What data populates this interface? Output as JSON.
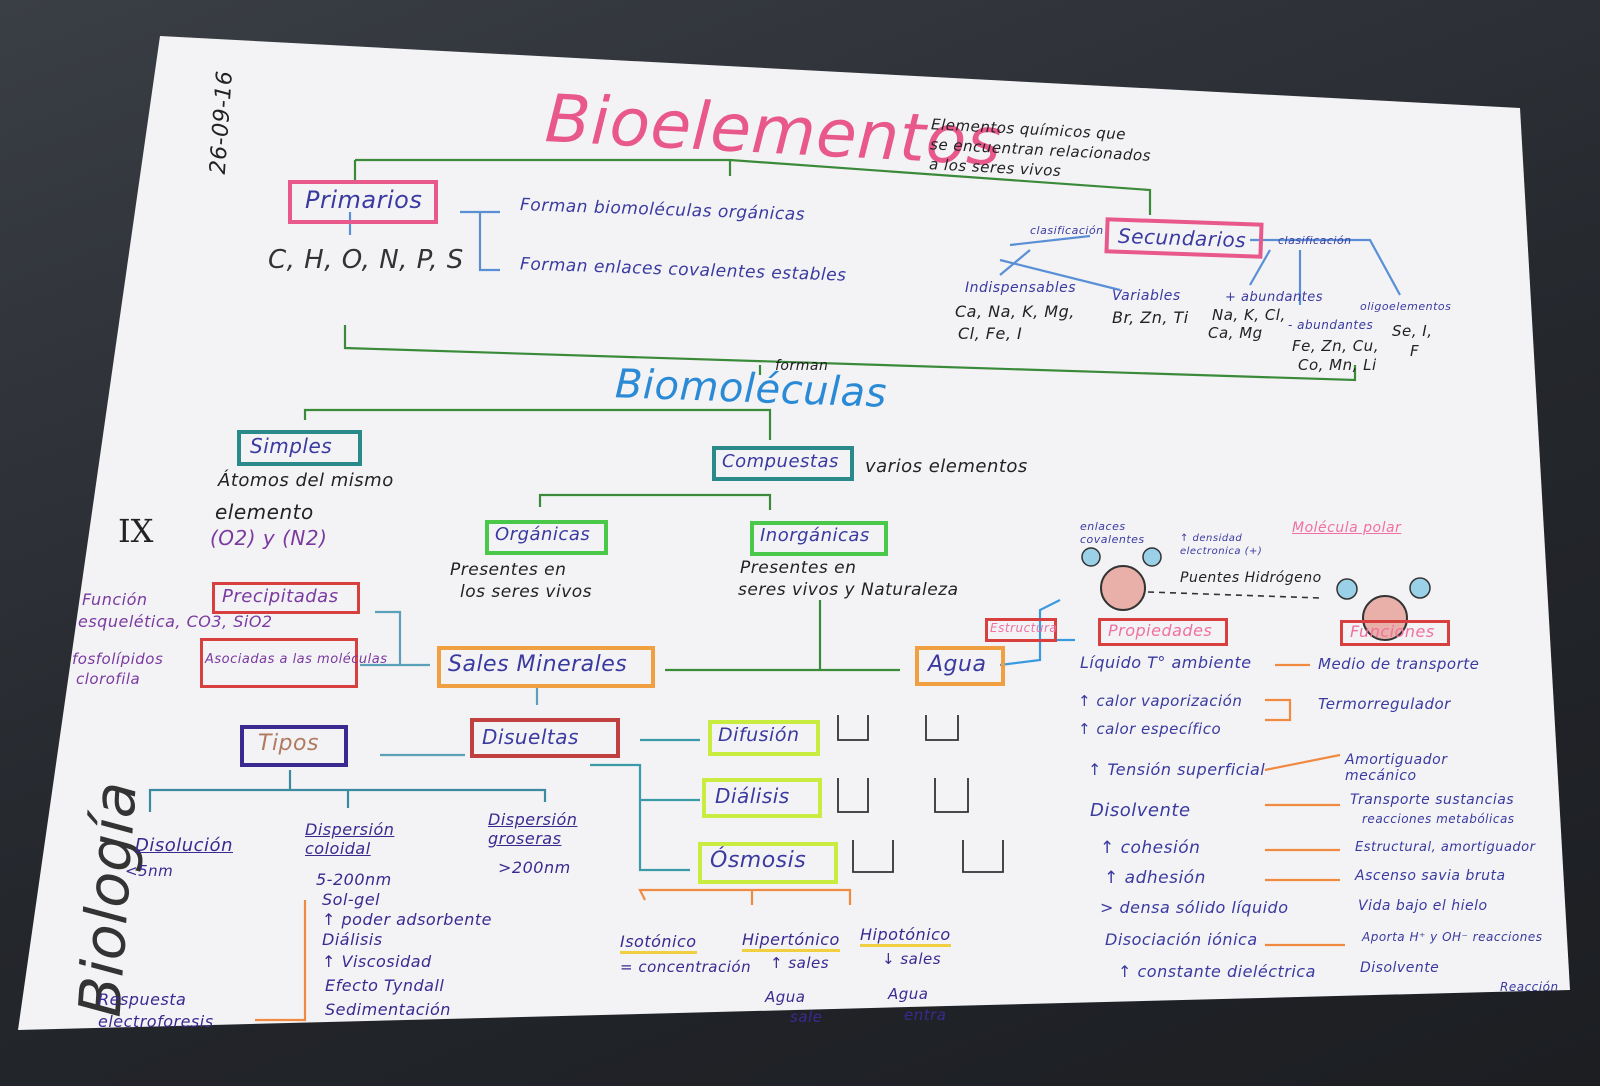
{
  "date": "26-09-16",
  "subject": "Biología",
  "title": "Bioelementos",
  "title_note": [
    "Elementos químicos que",
    "se encuentran relacionados",
    "a los seres vivos"
  ],
  "primarios": {
    "label": "Primarios",
    "elements": "C, H, O, N, P, S",
    "notes": [
      "Forman biomoléculas orgánicas",
      "Forman enlaces covalentes estables"
    ]
  },
  "secundarios": {
    "label": "Secundarios",
    "left_tag": "clasificación",
    "right_tag": "clasificación",
    "groups": [
      {
        "name": "Indispensables",
        "items": [
          "Ca, Na, K, Mg,",
          "Cl, Fe, I"
        ]
      },
      {
        "name": "Variables",
        "items": [
          "Br, Zn, Ti"
        ]
      },
      {
        "name": "+ abundantes",
        "items": [
          "Na, K, Cl,",
          "Ca, Mg"
        ]
      },
      {
        "name": "- abundantes",
        "items": [
          "Fe, Zn, Cu,",
          "Co, Mn, Li"
        ]
      },
      {
        "name": "oligoelementos",
        "items": [
          "Se, I,",
          "F"
        ]
      }
    ]
  },
  "forman": "forman",
  "biomoleculas": "Biomoléculas",
  "simples": {
    "label": "Simples",
    "notes": [
      "Átomos del mismo",
      "elemento",
      "(O2) y (N2)"
    ]
  },
  "compuestas": {
    "label": "Compuestas",
    "note": "varios elementos"
  },
  "organicas": {
    "label": "Orgánicas",
    "notes": [
      "Presentes en",
      "los seres vivos"
    ]
  },
  "inorganicas": {
    "label": "Inorgánicas",
    "notes": [
      "Presentes en",
      "seres vivos y Naturaleza"
    ]
  },
  "roman": "IX",
  "precipitadas": {
    "label": "Precipitadas",
    "func": "Función",
    "func_note": "esquelética, CO3, SiO2"
  },
  "asociadas": {
    "label": "Asociadas a las moléculas",
    "note": [
      "fosfolípidos",
      "clorofila"
    ]
  },
  "sales": "Sales Minerales",
  "agua": "Agua",
  "disueltas": "Disueltas",
  "tipos": "Tipos",
  "dispersions": [
    {
      "name": "Disolución",
      "size": "<5nm"
    },
    {
      "name": "Dispersión coloidal",
      "size": "5-200nm"
    },
    {
      "name": "Dispersión groseras",
      "size": ">200nm"
    }
  ],
  "coloidal_props": [
    "Sol-gel",
    "↑ poder adsorbente",
    "Diálisis",
    "↑ Viscosidad",
    "Efecto Tyndall",
    "Sedimentación"
  ],
  "respuesta": [
    "Respuesta",
    "electroforesis"
  ],
  "procesos": [
    "Difusión",
    "Diálisis",
    "Ósmosis"
  ],
  "osmosis_types": [
    {
      "name": "Isotónico",
      "notes": [
        "= concentración"
      ]
    },
    {
      "name": "Hipertónico",
      "notes": [
        "↑ sales",
        "Agua",
        "sale"
      ]
    },
    {
      "name": "Hipotónico",
      "notes": [
        "↓ sales",
        "Agua",
        "entra"
      ]
    }
  ],
  "water": {
    "molecule_labels": [
      "enlaces covalentes",
      "↑ densidad",
      "electronica (+)",
      "Puentes Hidrógeno"
    ],
    "molecula_polar": "Molécula polar",
    "estructura": "Estructura",
    "propiedades": "Propiedades",
    "funciones": "Funciones",
    "props": [
      "Líquido T° ambiente",
      "↑ calor vaporización",
      "↑ calor específico",
      "↑ Tensión superficial",
      "Disolvente",
      "↑ cohesión",
      "↑ adhesión",
      "> densa sólido líquido",
      "Disociación iónica",
      "↑ constante dieléctrica"
    ],
    "funcs": [
      "Medio de transporte",
      "Termorregulador",
      "Amortiguador mecánico",
      "Transporte sustancias",
      "reacciones metabólicas",
      "Estructural, amortiguador",
      "Ascenso savia bruta",
      "Vida bajo el hielo",
      "Aporta H⁺ y OH⁻ reacciones",
      "Disolvente",
      "Reacción"
    ]
  }
}
